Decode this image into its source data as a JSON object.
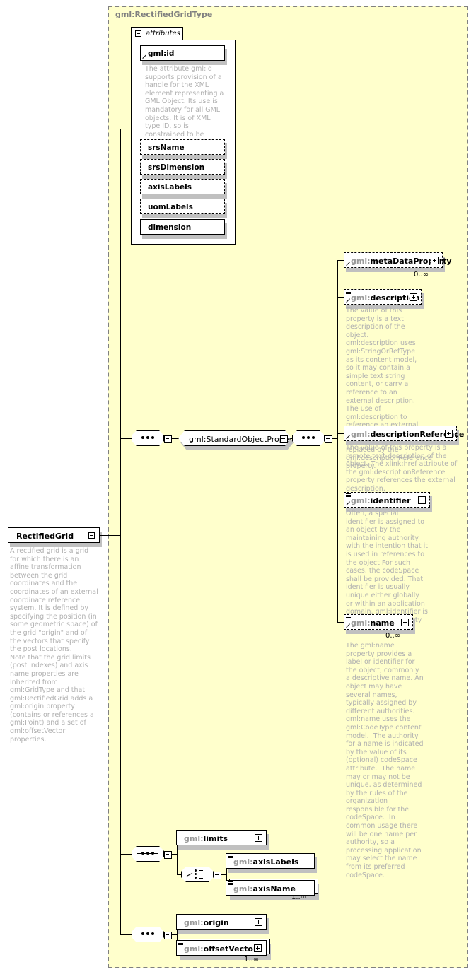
{
  "diagram": {
    "type_title": "gml:RectifiedGridType",
    "root_element": {
      "name": "RectifiedGrid",
      "documentation": "A rectified grid is a grid for which there is an affine transformation between the grid coordinates and the coordinates of an external coordinate reference system. It is defined by specifying the position (in some geometric space) of the grid \"origin\" and of the vectors that specify the post locations.\nNote that the grid limits (post indexes) and axis name properties are inherited from gml:GridType and that gml:RectifiedGrid adds a gml:origin property (contains or references a gml:Point) and a set of gml:offsetVector properties."
    },
    "attributes_panel": {
      "tab_label": "attributes",
      "items": [
        {
          "name": "gml:id",
          "style": "solid",
          "documentation": "The attribute gml:id supports provision of a handle for the XML element representing a GML Object. Its use is mandatory for all GML objects. It is of XML type ID, so is constrained to be unique in the XML document within which it occurs."
        },
        {
          "name": "srsName",
          "style": "dashed",
          "documentation": ""
        },
        {
          "name": "srsDimension",
          "style": "dashed",
          "documentation": ""
        },
        {
          "name": "axisLabels",
          "style": "dashed",
          "documentation": ""
        },
        {
          "name": "uomLabels",
          "style": "dashed",
          "documentation": ""
        },
        {
          "name": "dimension",
          "style": "solid",
          "documentation": ""
        }
      ]
    },
    "group_ref": {
      "label": "gml:StandardObjectProperties"
    },
    "standard_object_properties": [
      {
        "ns": "gml:",
        "local": "metaDataProperty",
        "cardinality": "0..∞",
        "expandable": true,
        "has_doc_icon": false,
        "documentation": ""
      },
      {
        "ns": "gml:",
        "local": "description",
        "cardinality": "",
        "expandable": true,
        "has_doc_icon": true,
        "documentation": "The value of this property is a text description of the object. gml:description uses gml:StringOrRefType as its content model, so it may contain a simple text string content, or carry a reference to an external description. The use of gml:description to reference an external description has been deprecated and replaced by the gml:descriptionReference property."
      },
      {
        "ns": "gml:",
        "local": "descriptionReference",
        "cardinality": "",
        "expandable": true,
        "has_doc_icon": false,
        "documentation": "The value of this property is a remote text description of the object. The xlink:href attribute of the gml:descriptionReference property references the external description."
      },
      {
        "ns": "gml:",
        "local": "identifier",
        "cardinality": "",
        "expandable": true,
        "has_doc_icon": true,
        "documentation": "Often, a special identifier is assigned to an object by the maintaining authority with the intention that it is used in references to the object For such cases, the codeSpace shall be provided. That identifier is usually unique either globally or within an application domain. gml:identifier is a pre-defined property for such identifiers."
      },
      {
        "ns": "gml:",
        "local": "name",
        "cardinality": "0..∞",
        "expandable": true,
        "has_doc_icon": true,
        "documentation": "The gml:name property provides a label or identifier for the object, commonly a descriptive name. An object may have several names, typically assigned by different authorities. gml:name uses the gml:CodeType content model.  The authority for a name is indicated by the value of its (optional) codeSpace attribute.  The name may or may not be unique, as determined by the rules of the organization responsible for the codeSpace.  In common usage there will be one name per authority, so a processing application may select the name from its preferred codeSpace."
      }
    ],
    "grid_sequence": [
      {
        "ns": "gml:",
        "local": "limits",
        "cardinality": "",
        "expandable": true,
        "has_doc_icon": false
      },
      {
        "ns": "gml:",
        "local": "axisLabels",
        "cardinality": "",
        "expandable": false,
        "has_doc_icon": true
      },
      {
        "ns": "gml:",
        "local": "axisName",
        "cardinality": "1..∞",
        "expandable": false,
        "has_doc_icon": true
      }
    ],
    "rectified_sequence": [
      {
        "ns": "gml:",
        "local": "origin",
        "cardinality": "",
        "expandable": true,
        "has_doc_icon": false
      },
      {
        "ns": "gml:",
        "local": "offsetVector",
        "cardinality": "1..∞",
        "expandable": true,
        "has_doc_icon": true
      }
    ],
    "compositors": [
      {
        "kind": "sequence",
        "name": "standard-object-properties-sequence"
      },
      {
        "kind": "sequence",
        "name": "inner-sequence"
      },
      {
        "kind": "sequence",
        "name": "grid-sequence"
      },
      {
        "kind": "choice",
        "name": "axis-choice"
      },
      {
        "kind": "sequence",
        "name": "rectified-sequence"
      }
    ],
    "colors": {
      "type_background": "#ffffcc",
      "type_border": "#808080",
      "box_fill": "#ffffff",
      "box_border": "#000000",
      "shadow": "#c0c0c0",
      "namespace_text": "#999999",
      "documentation_text": "#b0b0b0"
    }
  }
}
